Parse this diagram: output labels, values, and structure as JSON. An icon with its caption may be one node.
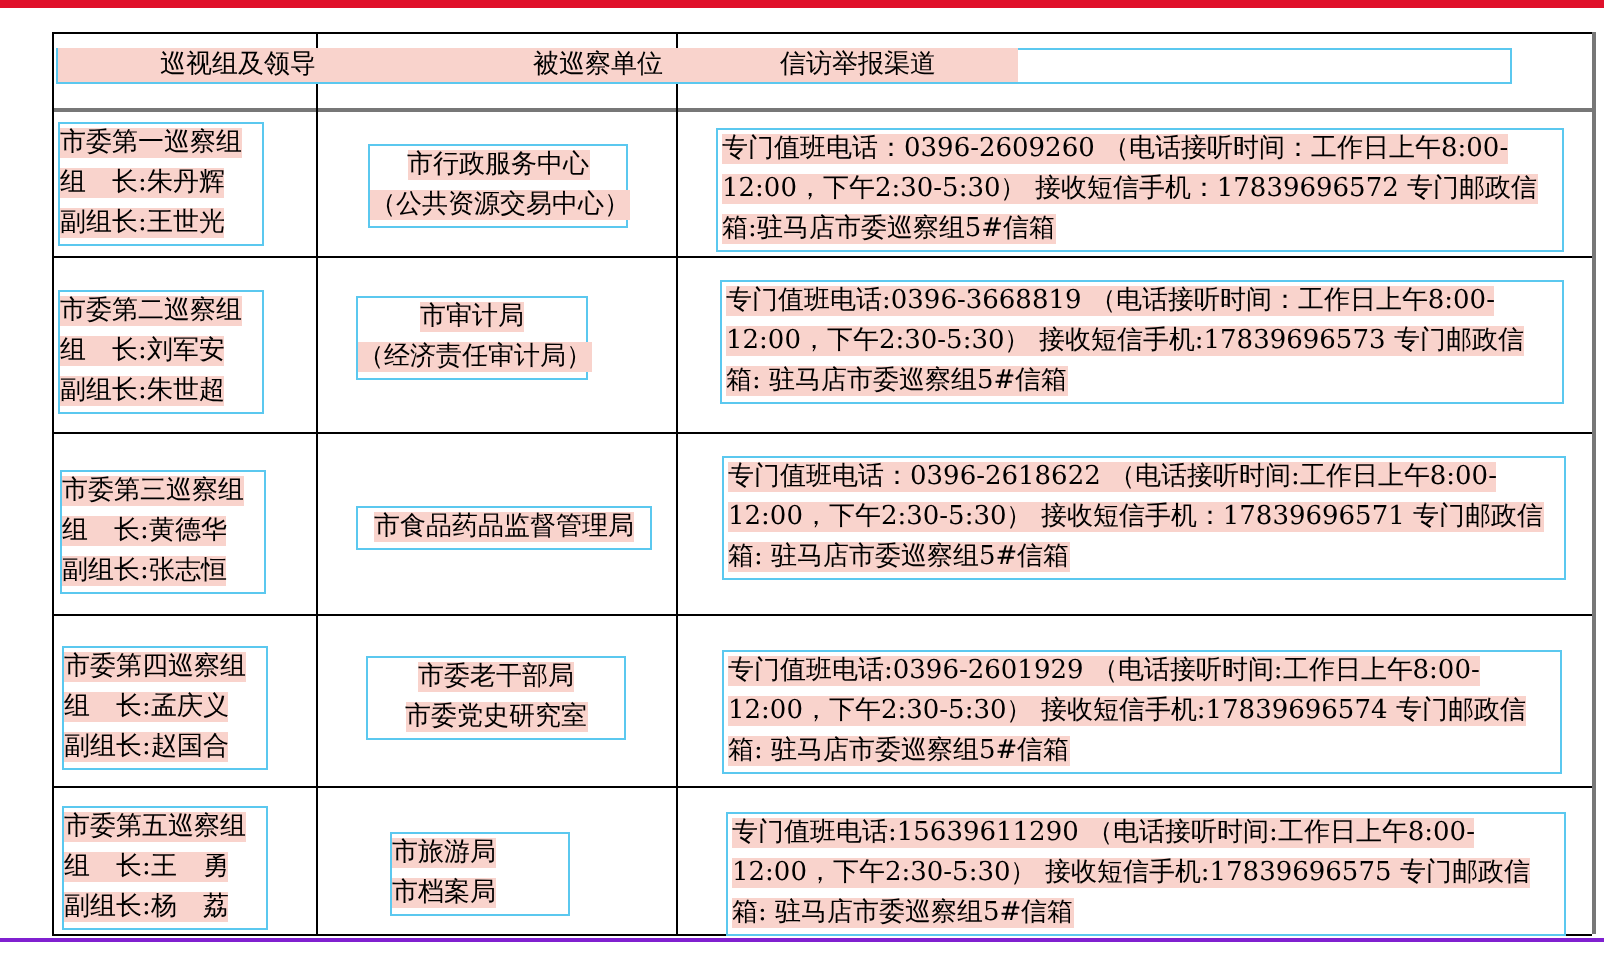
{
  "diagram": {
    "labels": [
      "巡视组及领导",
      "被巡察单位",
      "信访举报渠道",
      "市委第一巡察组",
      "组　长:朱丹辉",
      "副组长:王世光",
      "市行政服务中心",
      "（公共资源交易中心）",
      "专门值班电话：0396-2609260 （电话接听时间：工作日上午8:00-12:00，下午2:30-5:30） 接收短信手机：17839696572 专门邮政信箱:驻马店市委巡察组5#信箱",
      "市委第二巡察组",
      "组　长:刘军安",
      "副组长:朱世超",
      "市审计局",
      "（经济责任审计局）",
      "专门值班电话:0396-3668819 （电话接听时间：工作日上午8:00-12:00，下午2:30-5:30） 接收短信手机:17839696573 专门邮政信箱: 驻马店市委巡察组5#信箱",
      "市委第三巡察组",
      "组　长:黄德华",
      "副组长:张志恒",
      "市食品药品监督管理局",
      "专门值班电话：0396-2618622 （电话接听时间:工作日上午8:00-12:00，下午2:30-5:30） 接收短信手机：17839696571 专门邮政信箱: 驻马店市委巡察组5#信箱",
      "市委第四巡察组",
      "组　长:孟庆义",
      "副组长:赵国合",
      "市委老干部局",
      "市委党史研究室",
      "专门值班电话:0396-2601929 （电话接听时间:工作日上午8:00-12:00，下午2:30-5:30） 接收短信手机:17839696574 专门邮政信箱: 驻马店市委巡察组5#信箱",
      "市委第五巡察组",
      "组　长:王　勇",
      "副组长:杨　荔",
      "市旅游局",
      "市档案局",
      "专门值班电话:15639611290 （电话接听时间:工作日上午8:00-12:00，下午2:30-5:30） 接收短信手机:17839696575 专门邮政信箱: 驻马店市委巡察组5#信箱"
    ]
  }
}
